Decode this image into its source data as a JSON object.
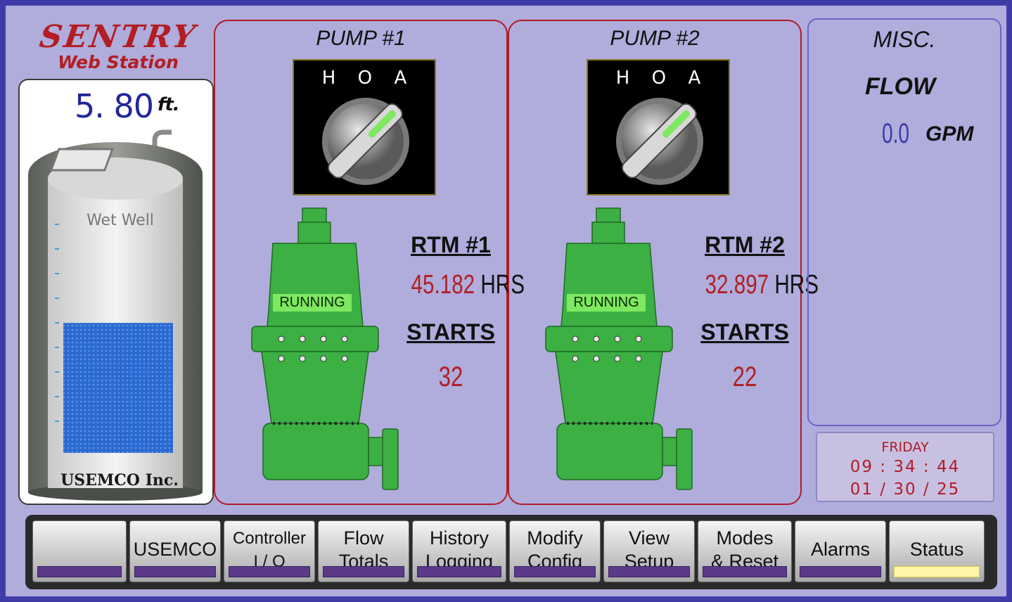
{
  "logo": {
    "name": "SENTRY",
    "subtitle": "Web Station"
  },
  "wet_well": {
    "level_value": "5. 80",
    "level_unit": "ft.",
    "label": "Wet Well",
    "maker": "USEMCO Inc.",
    "fill_fraction": 0.44,
    "water_color": "#2a6ad0"
  },
  "pumps": [
    {
      "title": "PUMP #1",
      "hoa_labels": [
        "H",
        "O",
        "A"
      ],
      "status": "RUNNING",
      "rtm_label": "RTM #1",
      "rtm_value": "45.182",
      "rtm_unit": "HRS",
      "starts_label": "STARTS",
      "starts_value": "32"
    },
    {
      "title": "PUMP #2",
      "hoa_labels": [
        "H",
        "O",
        "A"
      ],
      "status": "RUNNING",
      "rtm_label": "RTM #2",
      "rtm_value": "32.897",
      "rtm_unit": "HRS",
      "starts_label": "STARTS",
      "starts_value": "22"
    }
  ],
  "misc": {
    "title": "MISC.",
    "flow_label": "FLOW",
    "flow_value": "0.0",
    "flow_unit": "GPM"
  },
  "clock": {
    "day": "FRIDAY",
    "time": "09 : 34 : 44",
    "date": "01 / 30 / 25"
  },
  "buttons": [
    {
      "lines": [
        "",
        ""
      ],
      "active": false
    },
    {
      "lines": [
        "USEMCO",
        ""
      ],
      "active": false
    },
    {
      "lines": [
        "Controller",
        "I / O"
      ],
      "active": false
    },
    {
      "lines": [
        "Flow",
        "Totals"
      ],
      "active": false
    },
    {
      "lines": [
        "History",
        "Logging"
      ],
      "active": false
    },
    {
      "lines": [
        "Modify",
        "Config"
      ],
      "active": false
    },
    {
      "lines": [
        "View",
        "Setup"
      ],
      "active": false
    },
    {
      "lines": [
        "Modes",
        "& Reset"
      ],
      "active": false
    },
    {
      "lines": [
        "Alarms",
        ""
      ],
      "active": false
    },
    {
      "lines": [
        "Status",
        ""
      ],
      "active": true
    }
  ],
  "colors": {
    "background": "#b0acdc",
    "frame": "#4440b0",
    "pump_panel_border": "#b01c28",
    "value_red": "#b02024",
    "pump_green": "#3cb043",
    "indicator_on": "#fff7a8",
    "indicator_off": "#5a3a88"
  }
}
